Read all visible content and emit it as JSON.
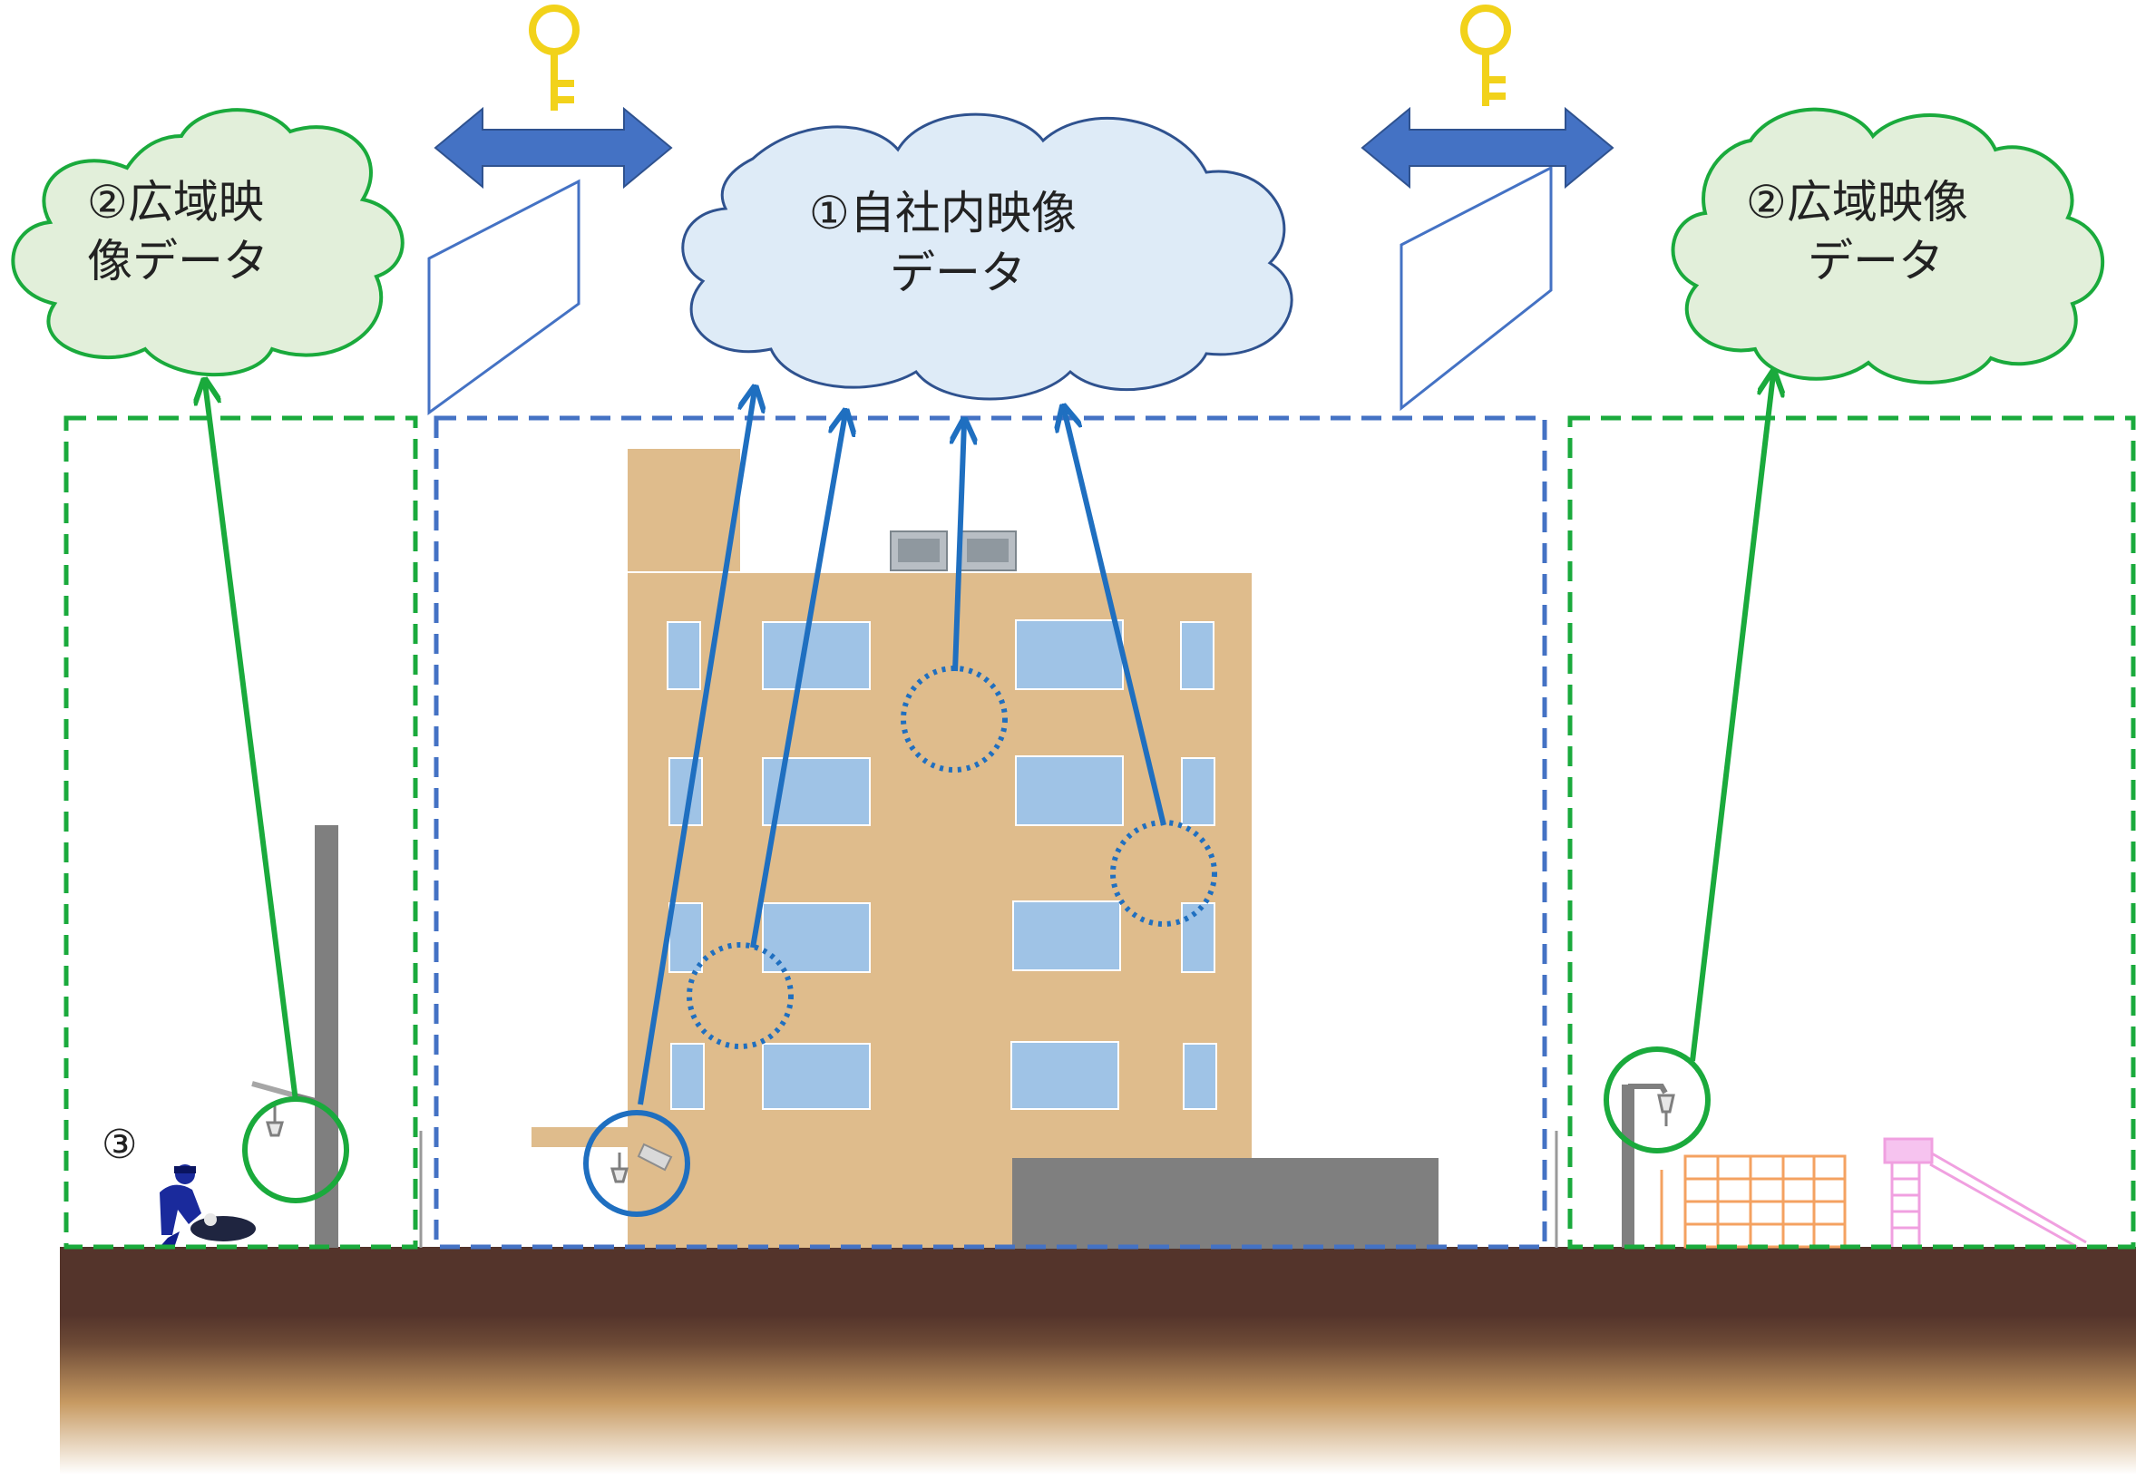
{
  "clouds": {
    "left": {
      "line1": "②広域映",
      "line2": "像データ"
    },
    "center": {
      "line1": "①自社内映像",
      "line2": "データ"
    },
    "right": {
      "line1": "②広域映像",
      "line2": "データ"
    }
  },
  "marker_label": "③",
  "colors": {
    "green": "#1aaa3c",
    "blue_dash": "#4472c4",
    "blue_arrow": "#1f6fc0",
    "double_arrow": "#4472c4",
    "key": "#f2d21a",
    "building": "#dfbc8c",
    "window": "#9fc3e6",
    "ground": "#54342b",
    "cloud_green": "#e2efda",
    "cloud_blue": "#deebf7"
  },
  "icons": [
    "key-icon",
    "key-icon",
    "double-arrow-icon",
    "double-arrow-icon",
    "gate-panel",
    "cloud",
    "camera-icon",
    "street-light-icon",
    "rooftop-unit-icon",
    "person-icon",
    "climbing-frame-icon",
    "slide-icon"
  ]
}
